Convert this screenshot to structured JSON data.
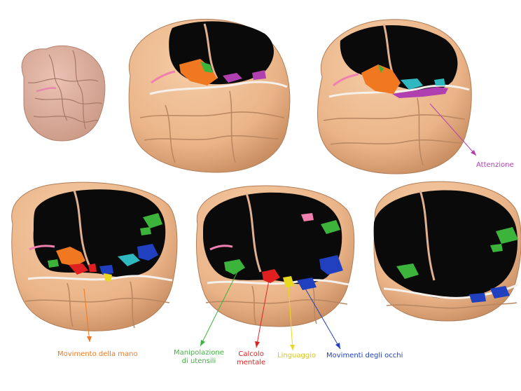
{
  "labels": {
    "attention": "Attenzione",
    "hand": "Movimento della mano",
    "tools": "Manipolazione\ndi utensili",
    "calc": "Calcolo\nmentale",
    "language": "Linguaggio",
    "eyes": "Movimenti degli occhi"
  },
  "colors": {
    "attention": "#b040b0",
    "hand": "#f07820",
    "tools": "#3cb43c",
    "calc": "#e02020",
    "language": "#e8d820",
    "eyes": "#2040c0",
    "cyan": "#30b8c0",
    "pink": "#f080b0",
    "brain": "#f0bc90",
    "brain_shadow": "#d89c70",
    "brain_small": "#e2b0a0"
  }
}
